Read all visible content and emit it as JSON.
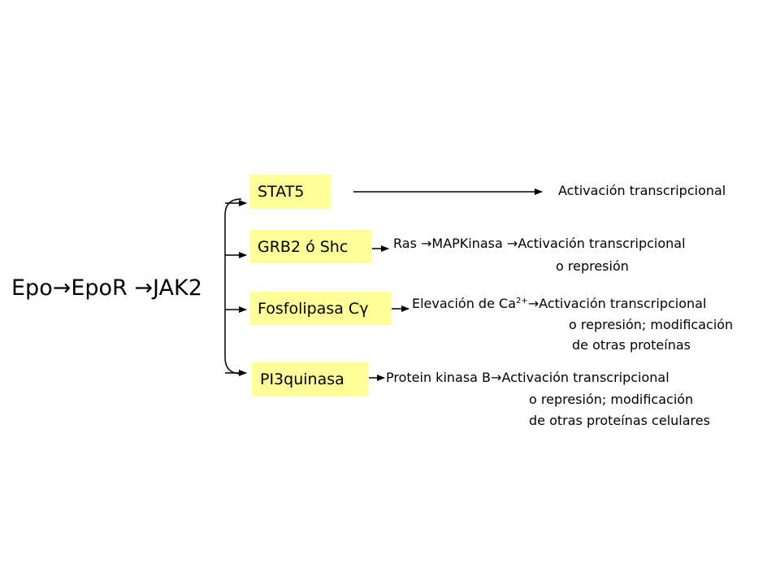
{
  "source": {
    "text": "Epo→EpoR →JAK2"
  },
  "pathways": [
    {
      "box": "STAT5",
      "result": "Activación transcripcional"
    },
    {
      "box": "GRB2 ó Shc",
      "result_line1": "Ras →MAPKinasa →Activación transcripcional",
      "result_line2": "o represión"
    },
    {
      "box": "Fosfolipasa Cγ",
      "result_line1_prefix": "Elevación de Ca",
      "result_line1_sup": "2+",
      "result_line1_suffix": "→Activación transcripcional",
      "result_line2": "o represión; modificación",
      "result_line3": "de otras proteínas"
    },
    {
      "box": "PI3quinasa",
      "result_line1": "Protein kinasa B→Activación transcripcional",
      "result_line2": "o represión; modificación",
      "result_line3": "de otras proteínas celulares"
    }
  ],
  "colors": {
    "box_fill": "#ffff99",
    "line": "#000000"
  }
}
